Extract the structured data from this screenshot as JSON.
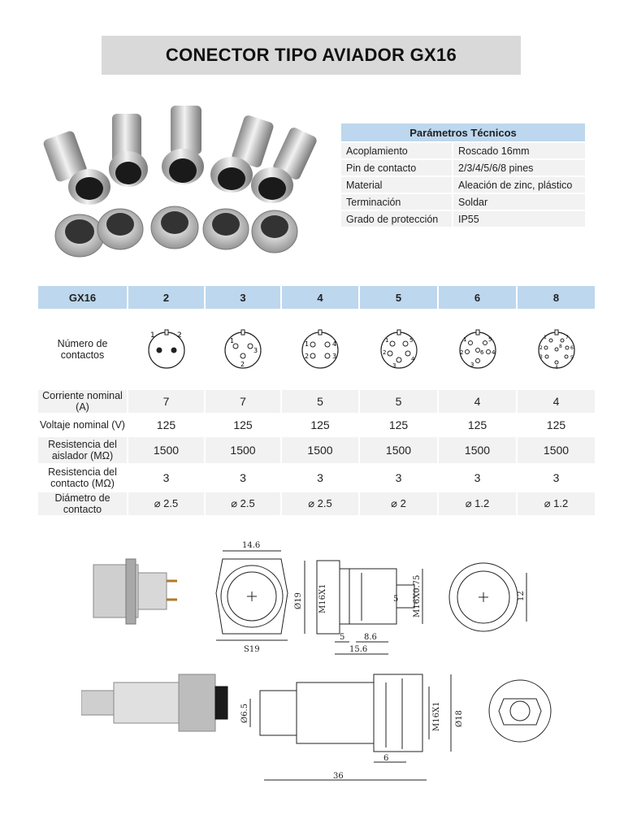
{
  "title": "CONECTOR TIPO AVIADOR GX16",
  "params": {
    "header": "Parámetros Técnicos",
    "rows": [
      {
        "key": "Acoplamiento",
        "value": "Roscado 16mm"
      },
      {
        "key": "Pin de contacto",
        "value": "2/3/4/5/6/8 pines"
      },
      {
        "key": "Material",
        "value": "Aleación de zinc, plástico"
      },
      {
        "key": "Terminación",
        "value": "Soldar"
      },
      {
        "key": "Grado de protección",
        "value": "IP55"
      }
    ]
  },
  "spec": {
    "corner": "GX16",
    "columns": [
      "2",
      "3",
      "4",
      "5",
      "6",
      "8"
    ],
    "pins_label": "Número de contactos",
    "rows": [
      {
        "label": "Corriente nominal (A)",
        "values": [
          "7",
          "7",
          "5",
          "5",
          "4",
          "4"
        ]
      },
      {
        "label": "Voltaje nominal (V)",
        "values": [
          "125",
          "125",
          "125",
          "125",
          "125",
          "125"
        ]
      },
      {
        "label": "Resistencia del aislador (MΩ)",
        "values": [
          "1500",
          "1500",
          "1500",
          "1500",
          "1500",
          "1500"
        ]
      },
      {
        "label": "Resistencia del contacto (MΩ)",
        "values": [
          "3",
          "3",
          "3",
          "3",
          "3",
          "3"
        ]
      },
      {
        "label": "Diámetro de contacto",
        "values": [
          "⌀ 2.5",
          "⌀ 2.5",
          "⌀ 2.5",
          "⌀ 2",
          "⌀ 1.2",
          "⌀ 1.2"
        ]
      }
    ]
  },
  "dims": {
    "top_width": "14.6",
    "top_hex": "S19",
    "side_d19": "Ø19",
    "side_m16": "M16X1",
    "side_thread": "M16X0.75",
    "side_5a": "5",
    "side_5b": "5",
    "side_86": "8.6",
    "side_156": "15.6",
    "end_12": "12",
    "plug_d65": "Ø6.5",
    "plug_m16": "M16X1",
    "plug_d18": "Ø18",
    "plug_6": "6",
    "plug_36": "36"
  }
}
